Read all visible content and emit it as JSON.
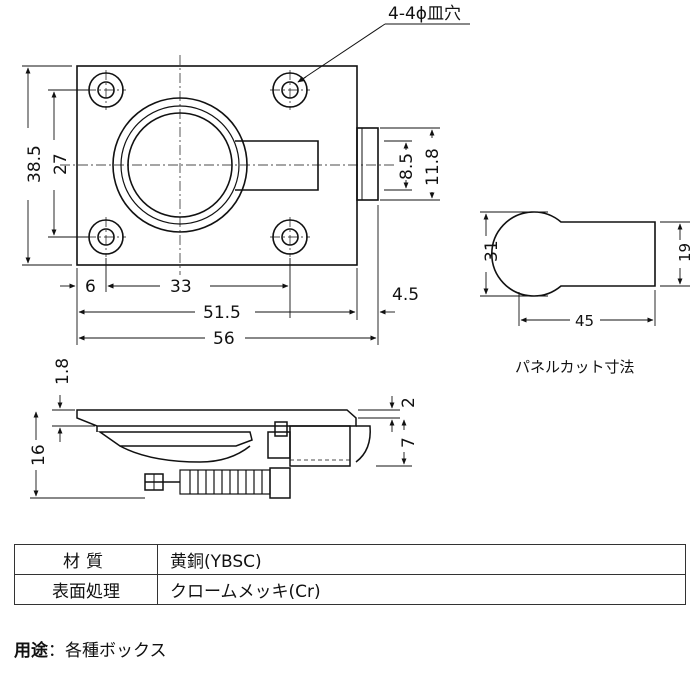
{
  "drawing": {
    "callout": "4-4ϕ皿穴",
    "dims": {
      "overall_height": "38.5",
      "hole_pitch_v": "27",
      "hole_pitch_h": "33",
      "edge_offset": "6",
      "hole_span": "51.5",
      "overall_width": "56",
      "tab_offset": "4.5",
      "tab_inner": "8.5",
      "tab_outer": "11.8",
      "plate_thk": "1.8",
      "top_gap": "2",
      "depth": "7",
      "overall_depth": "16"
    },
    "panel_cut": {
      "label": "パネルカット寸法",
      "height": "31",
      "tab": "19",
      "width": "45"
    }
  },
  "spec": [
    {
      "key": "材質",
      "value": "黄銅(YBSC)"
    },
    {
      "key": "表面処理",
      "value": "クロームメッキ(Cr)"
    }
  ],
  "usage": {
    "label": "用途",
    "value": "各種ボックス"
  }
}
